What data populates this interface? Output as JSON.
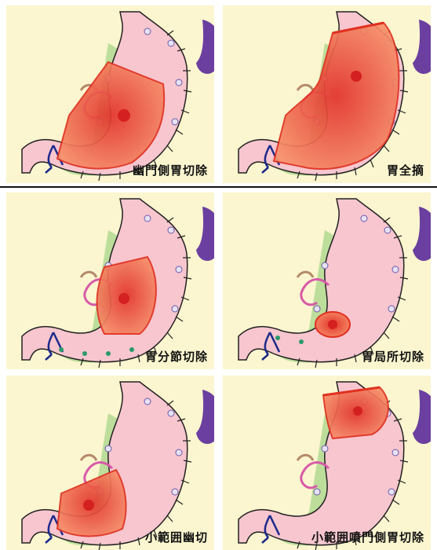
{
  "panels": [
    {
      "label": "幽門側胃切除"
    },
    {
      "label": "胃全摘"
    },
    {
      "label": "胃分節切除"
    },
    {
      "label": "胃局所切除"
    },
    {
      "label": "小範囲幽切"
    },
    {
      "label": "小範囲噴門側胃切除"
    }
  ],
  "colors": {
    "panel_bg": "#fbf6cf",
    "stomach_pink": "#f7c6cf",
    "resection_red": "#ee5a3a",
    "resection_fill": "#f36b4f",
    "lymph_green": "#a8d58a",
    "spleen_purple": "#6b3fa0",
    "vessel_navy": "#1c2a8a",
    "vessel_pink": "#d85aa8"
  }
}
